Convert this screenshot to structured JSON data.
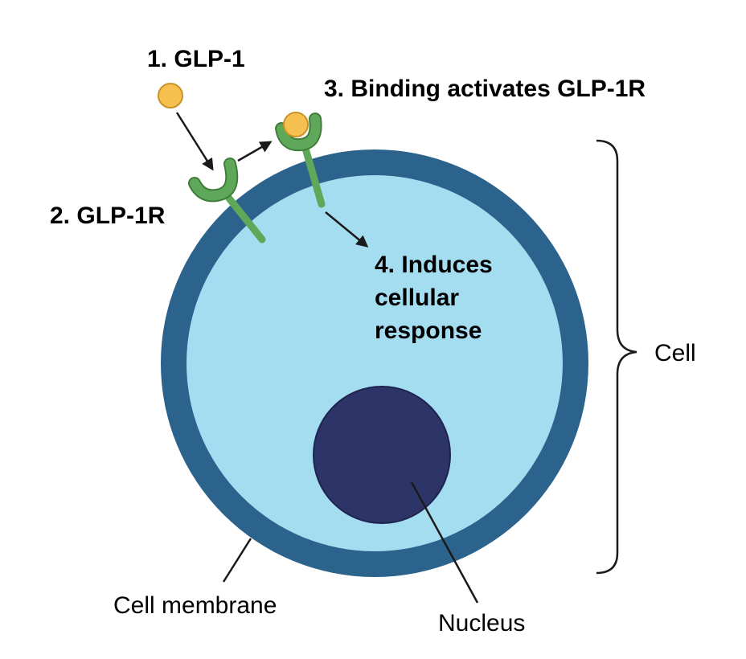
{
  "labels": {
    "step1": "1.  GLP-1",
    "step2": "2. GLP-1R",
    "step3": "3. Binding activates GLP-1R",
    "step4_line1": "4. Induces",
    "step4_line2": "cellular",
    "step4_line3": "response",
    "cell": "Cell",
    "membrane": "Cell membrane",
    "nucleus": "Nucleus"
  },
  "colors": {
    "membrane": "#2c638c",
    "cytoplasm": "#a4dcf0",
    "nucleus": "#2d3468",
    "ligand": "#f5c04f",
    "ligand_stroke": "#c9932a",
    "receptor": "#5fa85a",
    "receptor_dark": "#3f7d3b",
    "arrow": "#1a1a1a"
  }
}
